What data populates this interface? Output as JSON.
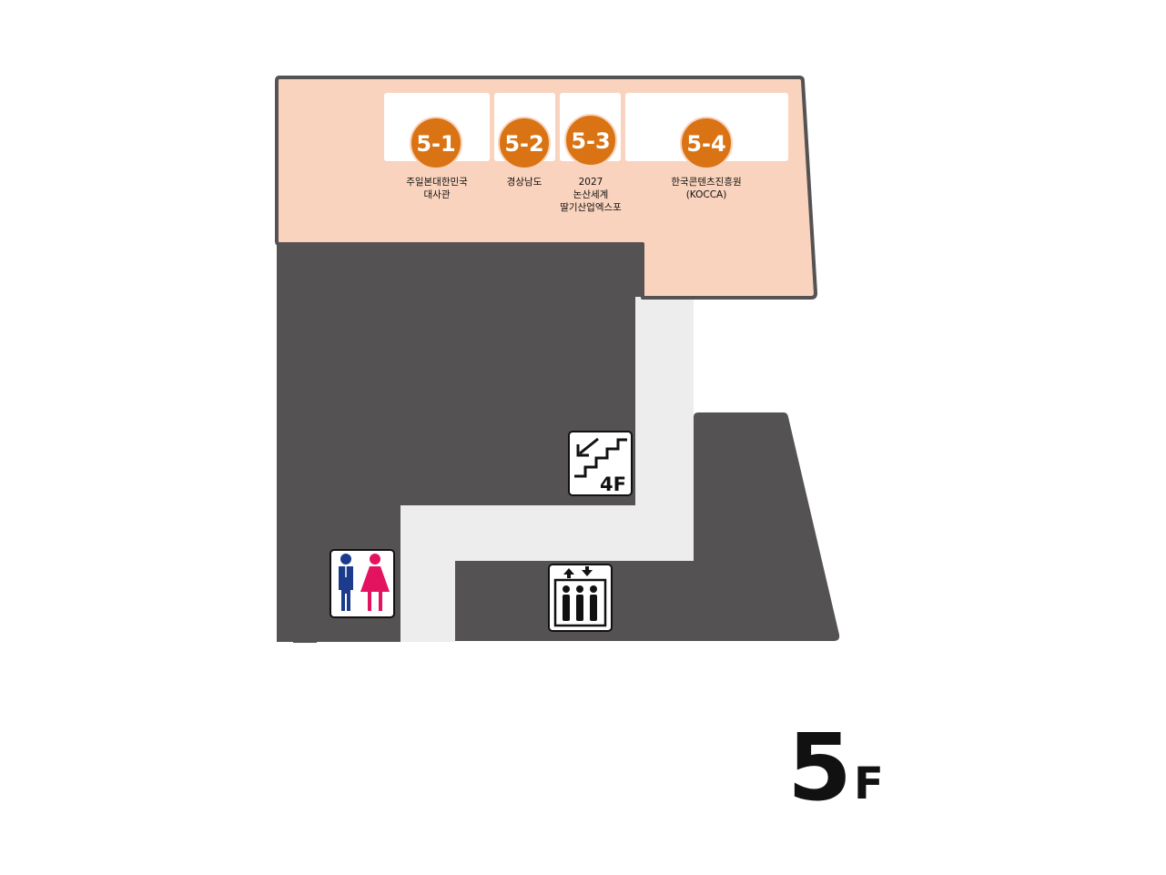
{
  "colors": {
    "booth_zone": "#f9d3bd",
    "booth_zone_border": "#555253",
    "dark_area": "#555253",
    "corridor": "#eeedee",
    "booth_box": "#ffffff",
    "marker": "#d97313",
    "male": "#1c3b8c",
    "female": "#e3135f"
  },
  "booths": [
    {
      "number": "5-1",
      "label": [
        "주일본대한민국",
        "대사관"
      ]
    },
    {
      "number": "5-2",
      "label": [
        "경상남도"
      ]
    },
    {
      "number": "5-3",
      "label": [
        "2027",
        "논산세계",
        "딸기산업엑스포"
      ]
    },
    {
      "number": "5-4",
      "label": [
        "한국콘텐츠진흥원",
        "(KOCCA)"
      ]
    }
  ],
  "stairs": {
    "icon": "stairs-down-icon",
    "floor_label": "4F"
  },
  "elevator": {
    "icon": "elevator-icon"
  },
  "restroom": {
    "icon": "restroom-icon"
  },
  "floor": {
    "number": "5",
    "suffix": "F"
  }
}
